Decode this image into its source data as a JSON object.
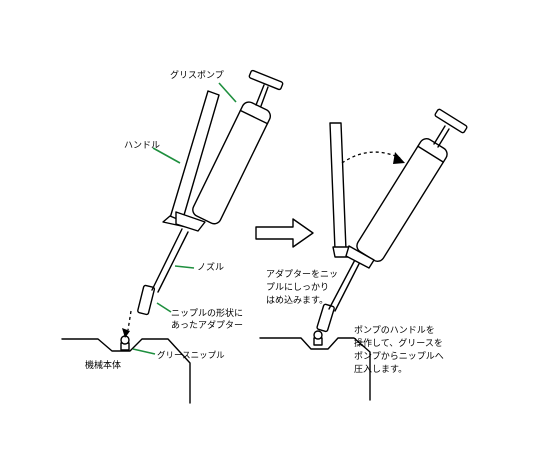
{
  "labels": {
    "grease_pump": "グリスポンプ",
    "handle": "ハンドル",
    "nozzle": "ノズル",
    "adapter_line1": "ニップルの形状に",
    "adapter_line2": "あったアダプター",
    "machine_body": "機械本体",
    "grease_nipple": "グリースニップル",
    "step2_line1": "アダプターをニッ",
    "step2_line2": "プルにしっかり",
    "step2_line3": "はめ込みます。",
    "step3_line1": "ポンプのハンドルを",
    "step3_line2": "操作して、グリースを",
    "step3_line3": "ポンプからニップルへ",
    "step3_line4": "圧入します。"
  },
  "colors": {
    "leader": "#1e8f3e",
    "line": "#000000"
  }
}
